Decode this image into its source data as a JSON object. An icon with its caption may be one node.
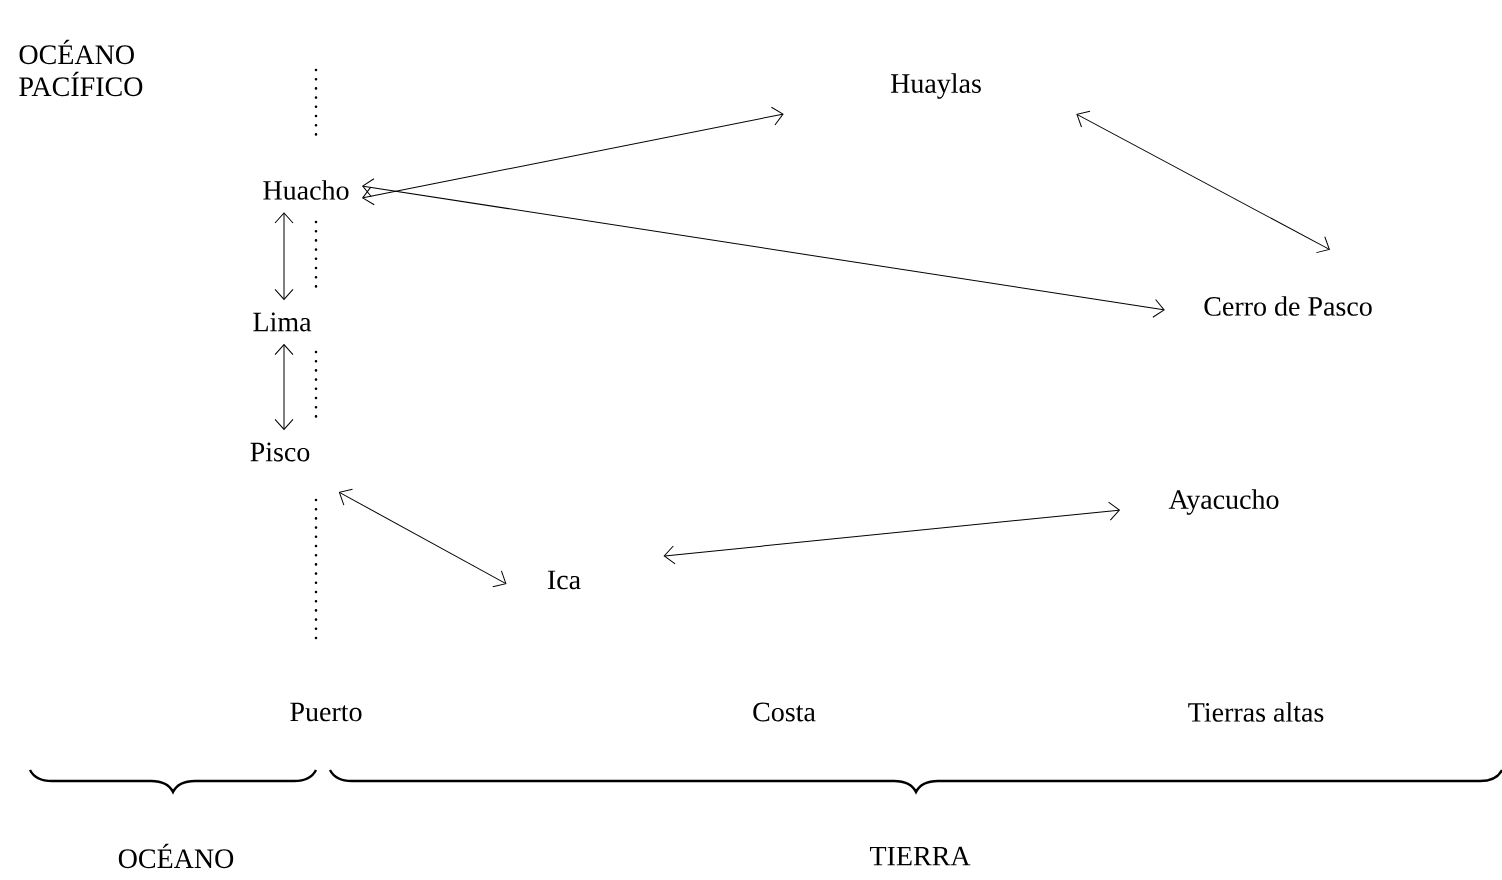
{
  "diagram": {
    "nodes": [
      {
        "text": [
          "Huacho"
        ]
      },
      {
        "text": [
          "Lima"
        ]
      },
      {
        "text": [
          "Pisco"
        ]
      },
      {
        "text": [
          "Ica"
        ]
      },
      {
        "text": [
          "Huaylas"
        ]
      },
      {
        "text": [
          "Cerro de Pasco"
        ]
      },
      {
        "text": [
          "Ayacucho"
        ]
      }
    ],
    "edges": [
      {
        "from": 0,
        "to": 1,
        "arrow": "both"
      },
      {
        "from": 1,
        "to": 2,
        "arrow": "both"
      },
      {
        "from": 2,
        "to": 3,
        "arrow": "both"
      },
      {
        "from": 0,
        "to": 4,
        "arrow": "both"
      },
      {
        "from": 4,
        "to": 5,
        "arrow": "both"
      },
      {
        "from": 5,
        "to": 0,
        "arrow": "both"
      },
      {
        "from": 3,
        "to": 6,
        "arrow": "both"
      }
    ],
    "labels": [
      "OCÉANO PACÍFICO",
      "Puerto",
      "Costa",
      "Tierras altas",
      "OCÉANO",
      "TIERRA"
    ]
  }
}
